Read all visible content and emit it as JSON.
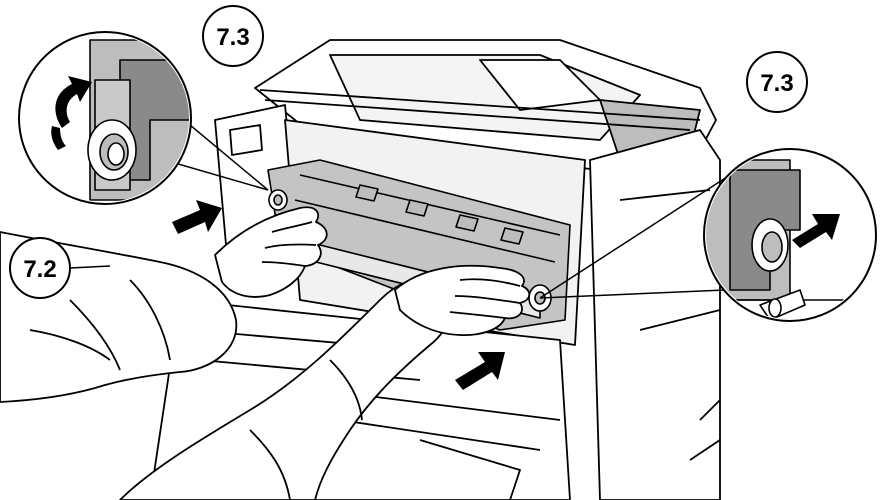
{
  "figure": {
    "callouts": [
      {
        "id": "top-left",
        "text": "7.3"
      },
      {
        "id": "top-right",
        "text": "7.3"
      },
      {
        "id": "left",
        "text": "7.2"
      }
    ]
  },
  "colors": {
    "line": "#000000",
    "shade": "#bdbdbd",
    "dark_shade": "#8a8a8a",
    "paper": "#ffffff"
  },
  "icons": [
    "rotate-arrow-icon",
    "push-arrow-icon"
  ]
}
